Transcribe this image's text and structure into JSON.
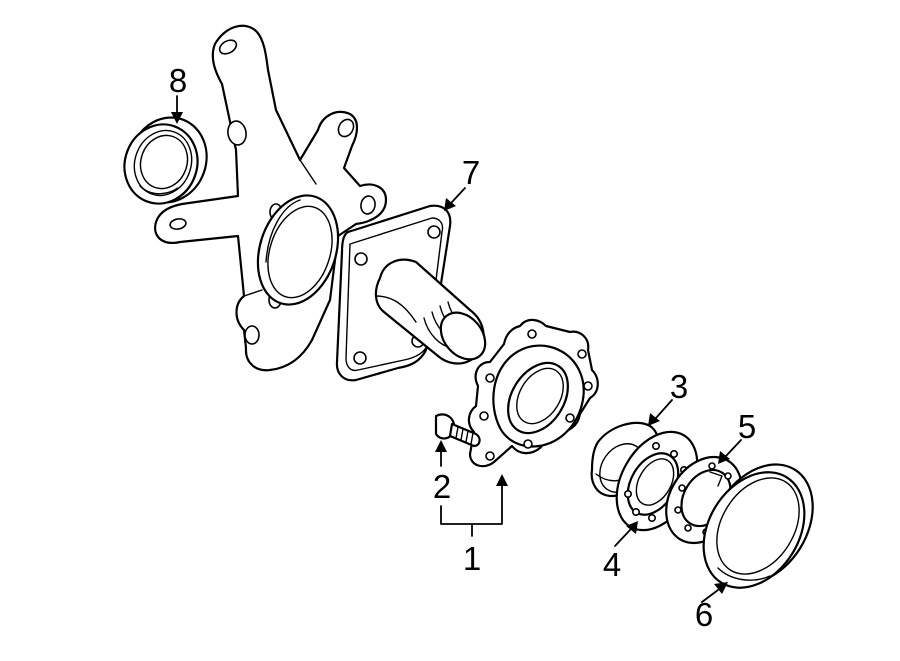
{
  "diagram": {
    "colors": {
      "line": "#000000",
      "background": "#ffffff"
    },
    "callouts": [
      {
        "id": "1",
        "label": "1",
        "part": "hub-flange"
      },
      {
        "id": "2",
        "label": "2",
        "part": "wheel-stud"
      },
      {
        "id": "3",
        "label": "3",
        "part": "bearing-race"
      },
      {
        "id": "4",
        "label": "4",
        "part": "bearing"
      },
      {
        "id": "5",
        "label": "5",
        "part": "retaining-ring"
      },
      {
        "id": "6",
        "label": "6",
        "part": "dust-cap"
      },
      {
        "id": "7",
        "label": "7",
        "part": "spindle-plate"
      },
      {
        "id": "8",
        "label": "8",
        "part": "seal"
      }
    ]
  }
}
